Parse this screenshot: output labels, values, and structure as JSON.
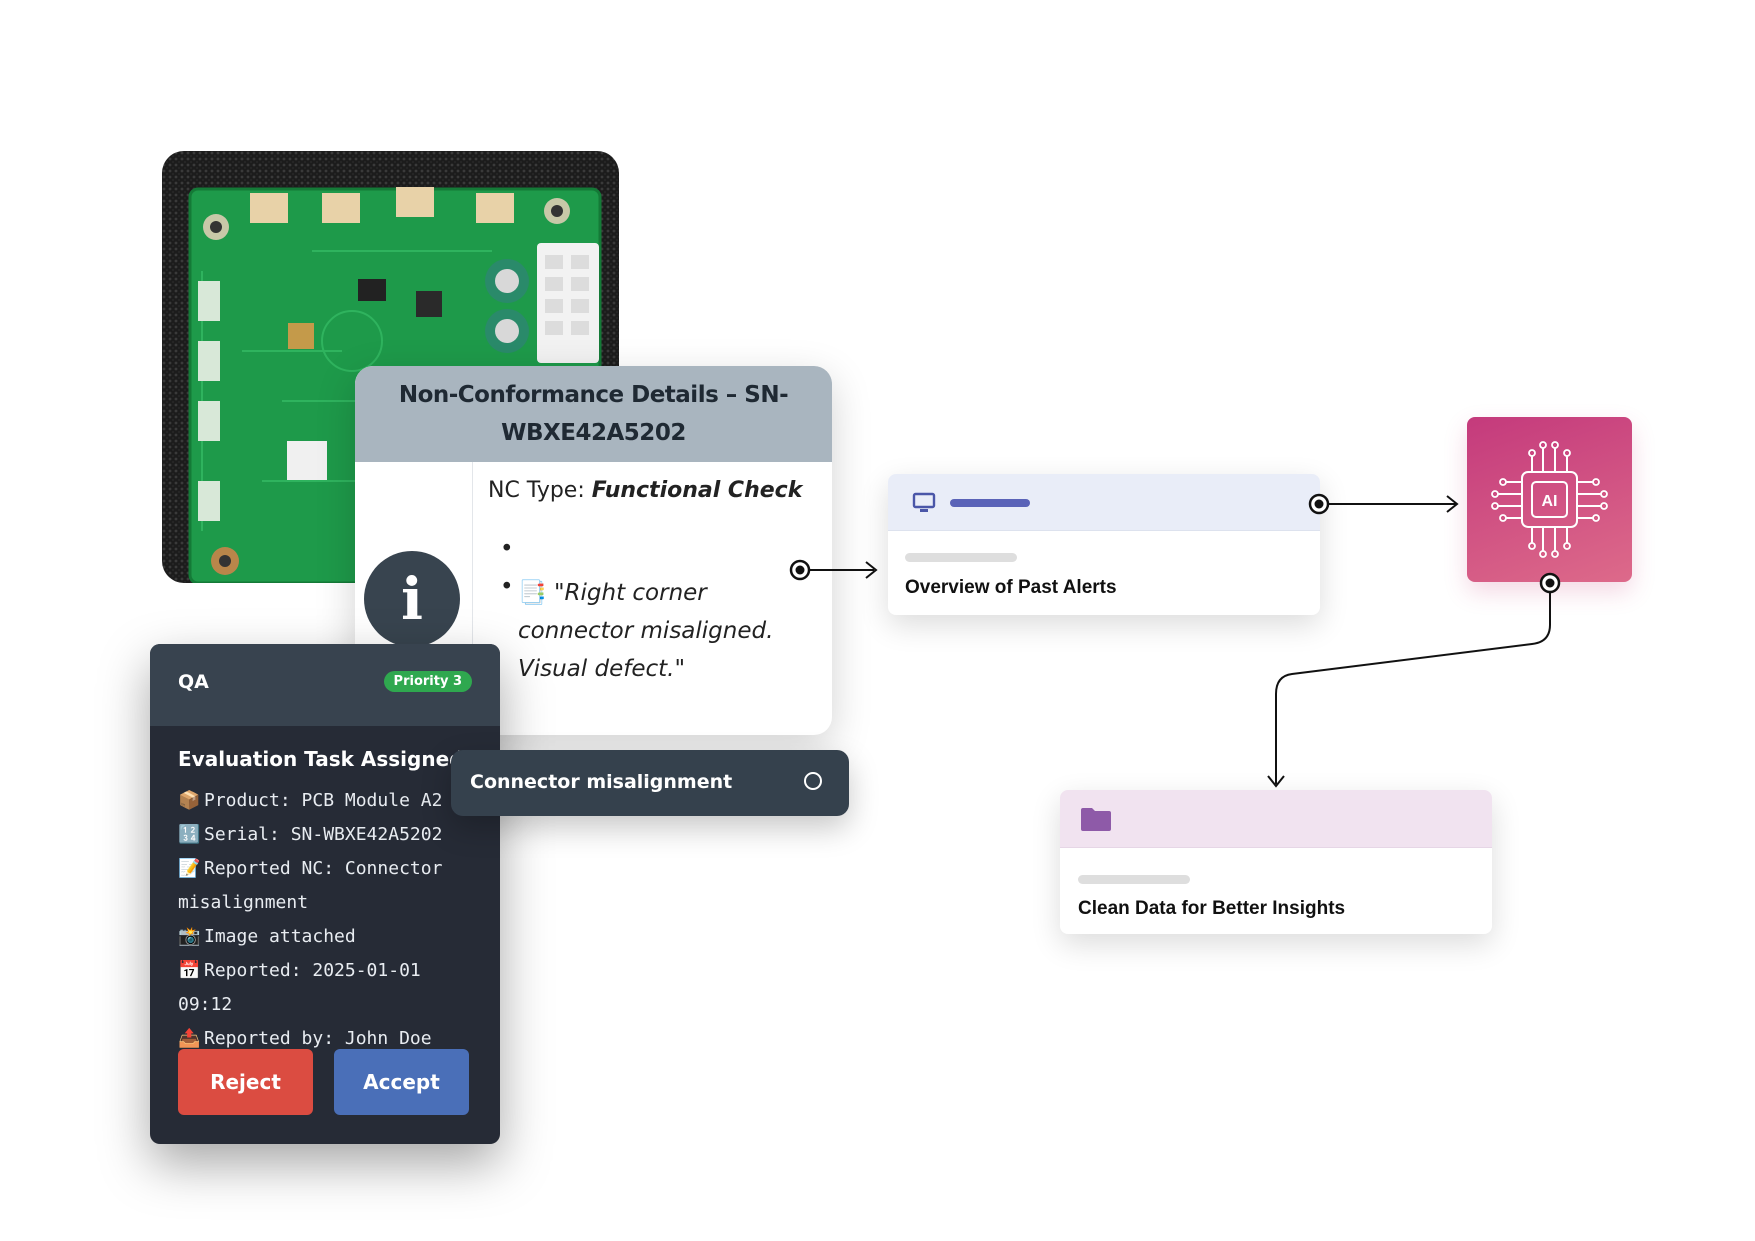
{
  "nc_details": {
    "title": "Non-Conformance Details – SN-WBXE42A5202",
    "type_label": "NC Type:",
    "type_value": "Functional Check",
    "comment": "\"Right corner connector misaligned. Visual defect.\""
  },
  "qa_card": {
    "title": "QA",
    "priority": "Priority 3",
    "task_title": "Evaluation Task Assigned",
    "items": [
      {
        "icon": "📦",
        "text": "Product: PCB Module A2"
      },
      {
        "icon": "🔢",
        "text": "Serial: SN-WBXE42A5202"
      },
      {
        "icon": "📝",
        "text": "Reported NC: Connector misalignment"
      },
      {
        "icon": "📸",
        "text": "Image attached"
      },
      {
        "icon": "📅",
        "text": "Reported: 2025-01-01 09:12"
      },
      {
        "icon": "📤",
        "text": "Reported by: John Doe"
      }
    ],
    "reject_label": "Reject",
    "accept_label": "Accept"
  },
  "tag": {
    "label": "Connector misalignment"
  },
  "overview_card": {
    "title": "Overview of Past Alerts",
    "icon": "monitor-icon",
    "accent": "#5a63b8"
  },
  "ai_tile": {
    "label": "AI",
    "icon": "ai-chip-icon",
    "colors": [
      "#c43a7c",
      "#dd6a8a"
    ]
  },
  "clean_card": {
    "title": "Clean Data for Better Insights",
    "icon": "folder-icon",
    "accent": "#8e5aa8"
  },
  "colors": {
    "reject": "#db4c41",
    "accept": "#4a6fb8",
    "priority": "#2fa84f",
    "qa_bg": "#262b36",
    "nc_header": "#a9b5bf"
  }
}
